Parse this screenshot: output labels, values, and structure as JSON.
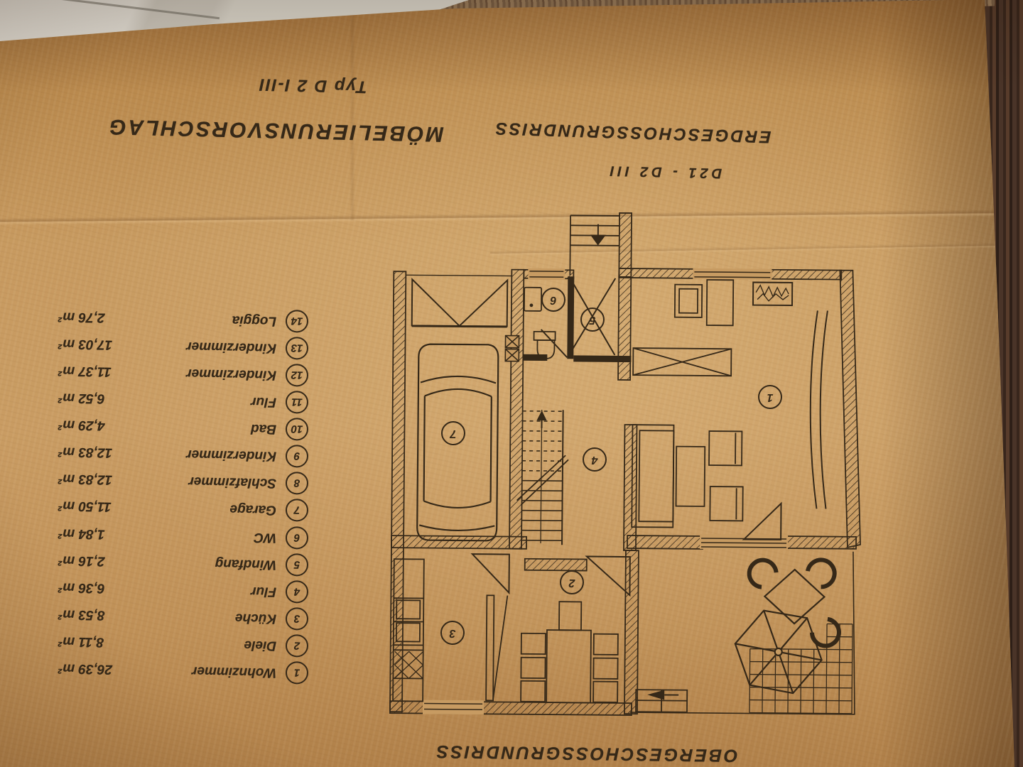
{
  "colors": {
    "ink": "#352818",
    "paper": "#c49358",
    "wood": "#422d22"
  },
  "titles": {
    "proposal_line1": "Typ D 2 I-III",
    "proposal_line2": "MÖBELIERUNSVORSCHLAG",
    "plan_title": "ERDGESCHOSSGRUNDRISS",
    "plan_subtitle": "D21 - D2 III",
    "bottom_title": "OBERGESCHOSSGRUNDRISS"
  },
  "legend": {
    "items": [
      {
        "num": "1",
        "name": "Wohnzimmer",
        "area": "26,39 m²"
      },
      {
        "num": "2",
        "name": "Diele",
        "area": "8,11 m²"
      },
      {
        "num": "3",
        "name": "Küche",
        "area": "8,53 m²"
      },
      {
        "num": "4",
        "name": "Flur",
        "area": "6,36 m²"
      },
      {
        "num": "5",
        "name": "Windfang",
        "area": "2,16 m²"
      },
      {
        "num": "6",
        "name": "WC",
        "area": "1,84 m²"
      },
      {
        "num": "7",
        "name": "Garage",
        "area": "11,50 m²"
      },
      {
        "num": "8",
        "name": "Schlafzimmer",
        "area": "12,83 m²"
      },
      {
        "num": "9",
        "name": "Kinderzimmer",
        "area": "12,83 m²"
      },
      {
        "num": "10",
        "name": "Bad",
        "area": "4,29 m²"
      },
      {
        "num": "11",
        "name": "Flur",
        "area": "6,52 m²"
      },
      {
        "num": "12",
        "name": "Kinderzimmer",
        "area": "11,37 m²"
      },
      {
        "num": "13",
        "name": "Kinderzimmer",
        "area": "17,03 m²"
      },
      {
        "num": "14",
        "name": "Loggia",
        "area": "2,76 m²"
      }
    ]
  },
  "plan": {
    "room_numbers": [
      "1",
      "2",
      "3",
      "4",
      "5",
      "6",
      "7"
    ]
  }
}
